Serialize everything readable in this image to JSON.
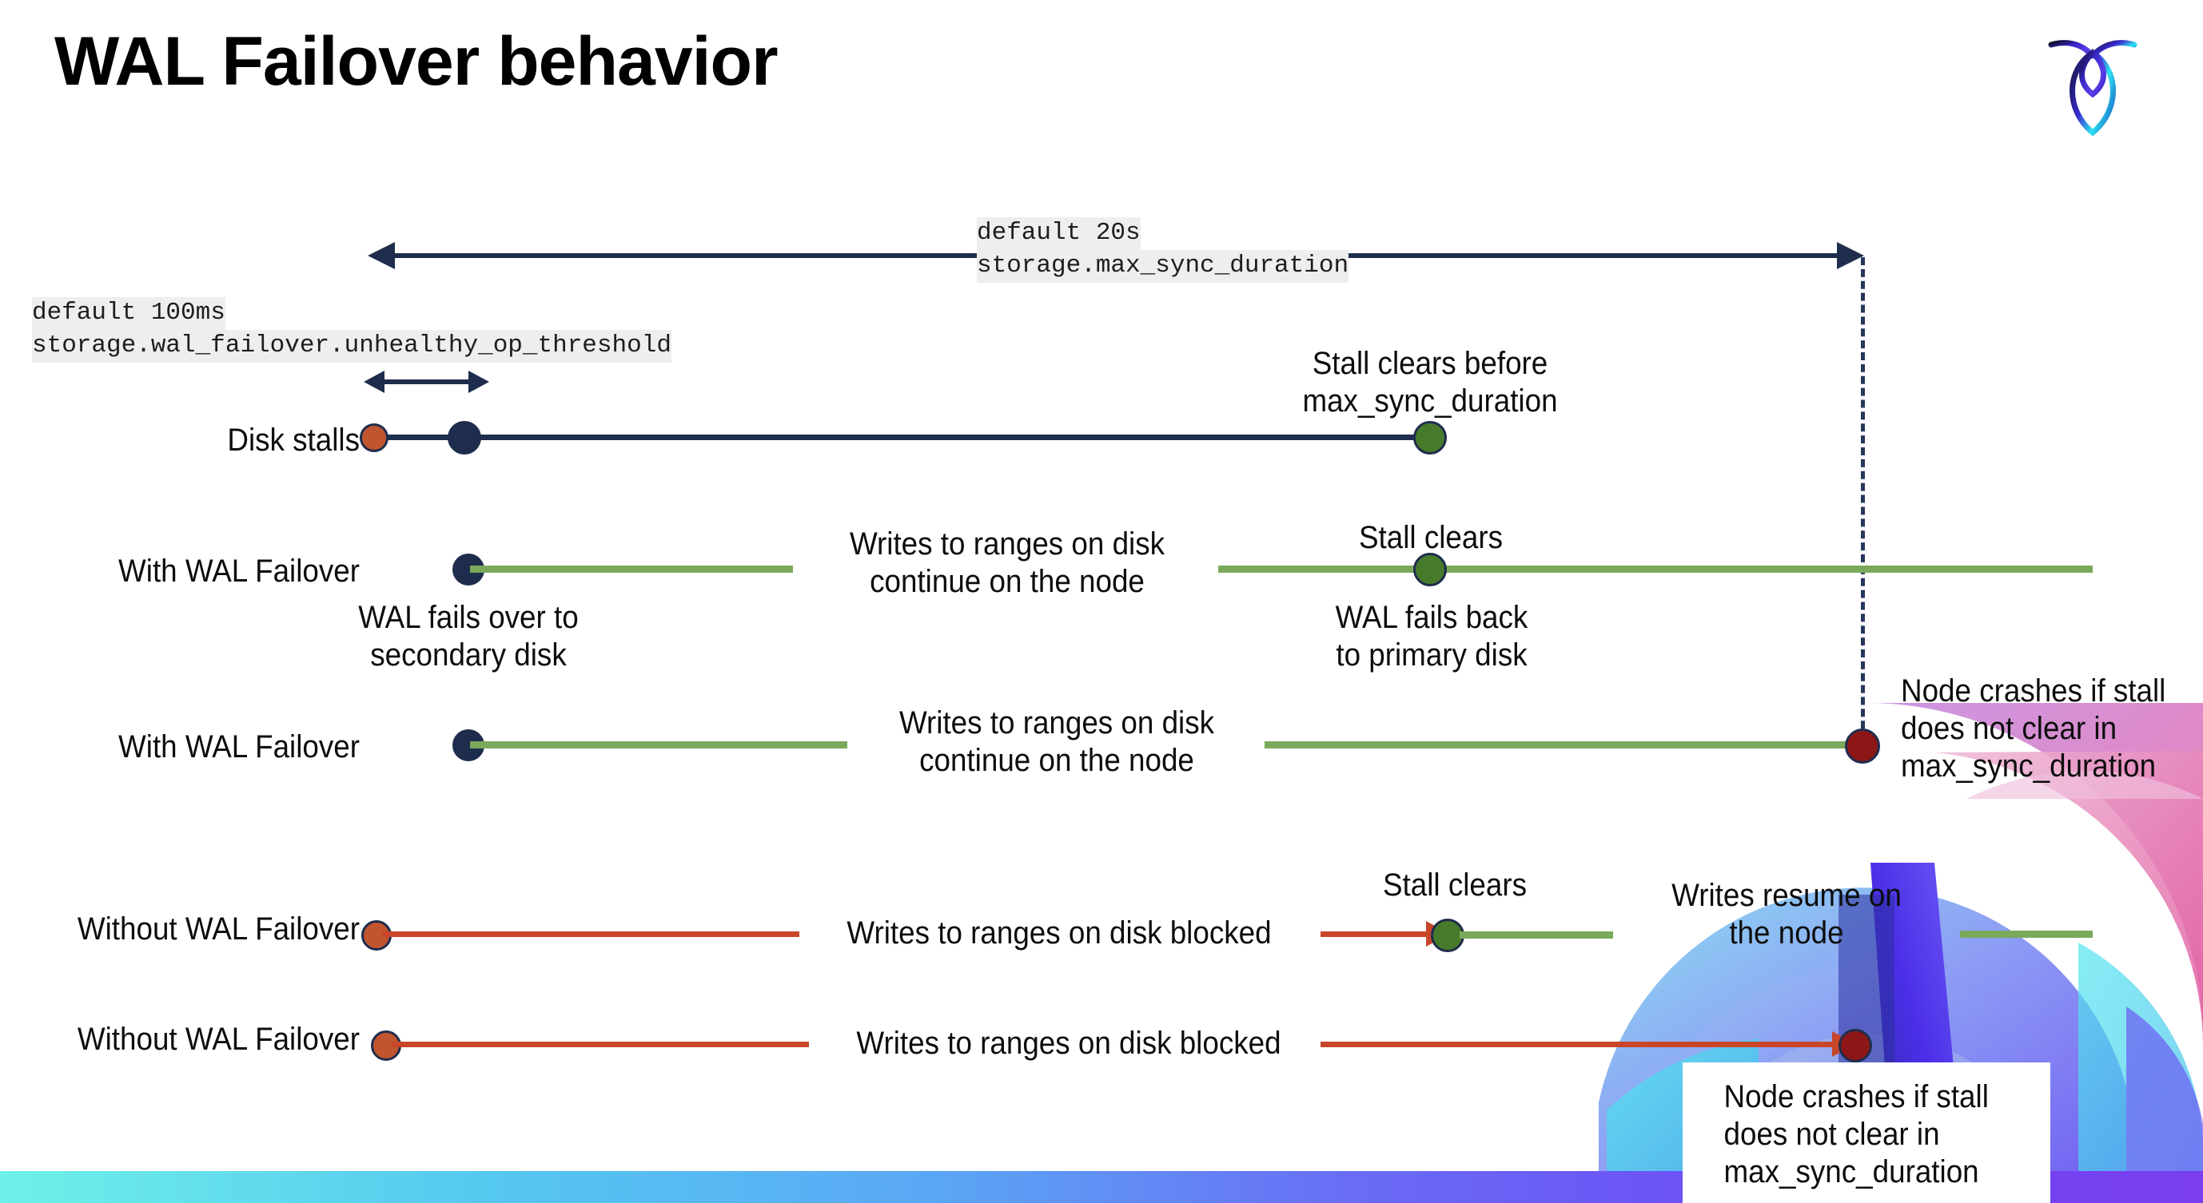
{
  "slide": {
    "title": "WAL Failover behavior",
    "logo_icon": "cockroachdb-logo-icon"
  },
  "annotations": {
    "max_sync_duration": {
      "default_label": "default 20s",
      "setting_label": "storage.max_sync_duration"
    },
    "unhealthy_op_threshold": {
      "default_label": "default 100ms",
      "setting_label": "storage.wal_failover.unhealthy_op_threshold"
    }
  },
  "rows": [
    {
      "id": "disk-stalls",
      "label": "Disk stalls",
      "note_top": "Stall clears before\nmax_sync_duration"
    },
    {
      "id": "with-wal-failover-1",
      "label": "With WAL Failover",
      "note_below_start": "WAL fails over to\nsecondary disk",
      "note_middle": "Writes to ranges on disk\ncontinue on the node",
      "note_above_clear": "Stall clears",
      "note_below_clear": "WAL fails  back\nto primary disk"
    },
    {
      "id": "with-wal-failover-2",
      "label": "With WAL Failover",
      "note_middle": "Writes to ranges on disk\ncontinue on the node",
      "note_right": "Node crashes if stall\ndoes not clear in\nmax_sync_duration"
    },
    {
      "id": "without-wal-failover-1",
      "label": "Without WAL Failover",
      "note_middle": "Writes to ranges on disk  blocked",
      "note_above_clear": "Stall clears",
      "note_right": "Writes resume on\nthe node"
    },
    {
      "id": "without-wal-failover-2",
      "label": "Without WAL Failover",
      "note_middle": "Writes to ranges on disk  blocked",
      "note_callout": "Node crashes if stall\ndoes not clear in\nmax_sync_duration"
    }
  ],
  "colors": {
    "navy": "#1f2d4d",
    "green_rail": "#7aa95c",
    "green_dot": "#477a2a",
    "orange_rail": "#c8462a",
    "orange_dot": "#c0552f",
    "dark_red_dot": "#8d1616",
    "code_bg": "#eeeeee"
  }
}
